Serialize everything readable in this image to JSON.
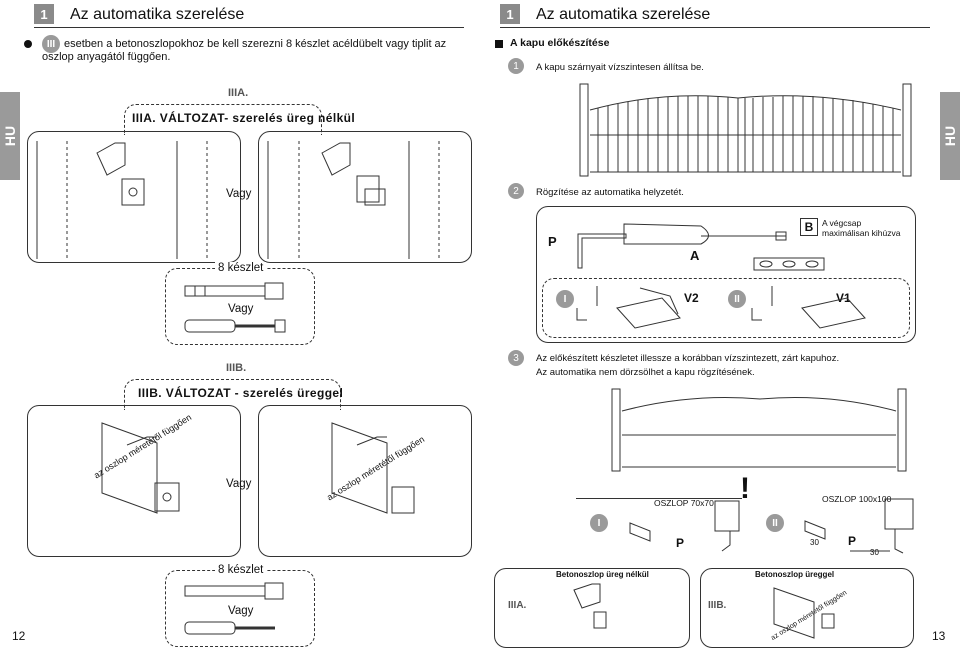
{
  "left_page": {
    "page_box_number": "1",
    "title": "Az automatika szerelése",
    "intro_roman": "III",
    "intro_text": "esetben a betonoszlopokhoz be kell szerezni 8 készlet acéldübelt vagy tiplit az oszlop anyagától függően.",
    "badge_a": "IIIA.",
    "variant_a_title": "IIIA. VÁLTOZAT- szerelés üreg nélkül",
    "vagy_1": "Vagy",
    "kit_label_1": "8 készlet",
    "vagy_2": "Vagy",
    "badge_b": "IIIB.",
    "variant_b_title": "IIIB. VÁLTOZAT - szerelés üreggel",
    "diag_text_1": "az oszlop méretétől függően",
    "vagy_3": "Vagy",
    "diag_text_2": "az oszlop méretétől függően",
    "kit_label_2": "8 készlet",
    "vagy_4": "Vagy",
    "page_number": "12"
  },
  "right_page": {
    "page_box_number": "1",
    "title": "Az automatika szerelése",
    "section": "A kapu előkészítése",
    "step1_num": "1",
    "step1_text": "A kapu szárnyait vízszintesen állítsa be.",
    "step2_num": "2",
    "step2_text": "Rögzítése az automatika helyzetét.",
    "label_p": "P",
    "label_a": "A",
    "label_b": "B",
    "b_desc": "A végcsap maximálisan kihúzva",
    "roman_i": "I",
    "label_v2": "V2",
    "roman_ii": "II",
    "label_v1": "V1",
    "step3_num": "3",
    "step3_text_1": "Az előkészített készletet illessze a korábban vízszintezett, zárt kapuhoz.",
    "step3_text_2": "Az automatika nem dörzsölhet a kapu rögzítésének.",
    "oszlop_70": "OSZLOP 70x70",
    "oszlop_100": "OSZLOP 100x100",
    "p_left": "P",
    "p_right": "P",
    "dim_30a": "30",
    "dim_30b": "30",
    "roman_i_b": "I",
    "roman_ii_b": "II",
    "box1_title": "Betonoszlop üreg nélkül",
    "box2_title": "Betonoszlop üreggel",
    "badge_a": "IIIA.",
    "badge_b": "IIIB.",
    "box2_diag": "az oszlop méretétől függően",
    "page_number": "13"
  },
  "side_tabs": {
    "left": "HU",
    "right": "HU"
  }
}
